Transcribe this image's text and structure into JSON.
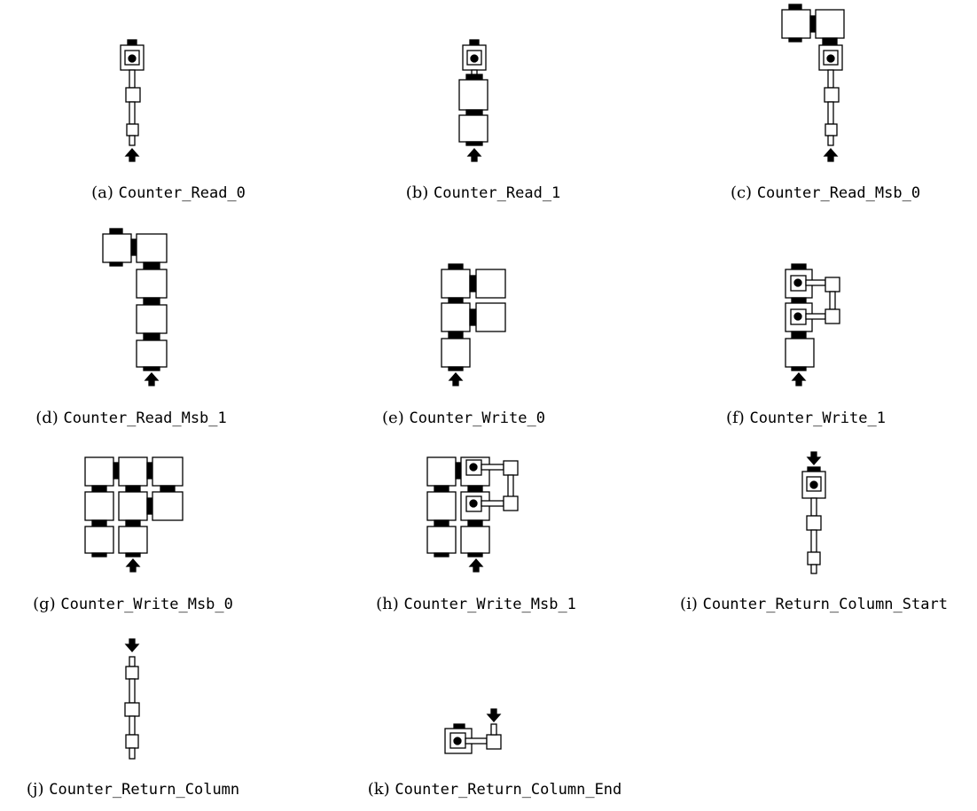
{
  "figure": {
    "subfigures": [
      {
        "id": "a",
        "label": "(a)",
        "name": "Counter_Read_0"
      },
      {
        "id": "b",
        "label": "(b)",
        "name": "Counter_Read_1"
      },
      {
        "id": "c",
        "label": "(c)",
        "name": "Counter_Read_Msb_0"
      },
      {
        "id": "d",
        "label": "(d)",
        "name": "Counter_Read_Msb_1"
      },
      {
        "id": "e",
        "label": "(e)",
        "name": "Counter_Write_0"
      },
      {
        "id": "f",
        "label": "(f)",
        "name": "Counter_Write_1"
      },
      {
        "id": "g",
        "label": "(g)",
        "name": "Counter_Write_Msb_0"
      },
      {
        "id": "h",
        "label": "(h)",
        "name": "Counter_Write_Msb_1"
      },
      {
        "id": "i",
        "label": "(i)",
        "name": "Counter_Return_Column_Start"
      },
      {
        "id": "j",
        "label": "(j)",
        "name": "Counter_Return_Column"
      },
      {
        "id": "k",
        "label": "(k)",
        "name": "Counter_Return_Column_End"
      }
    ]
  }
}
